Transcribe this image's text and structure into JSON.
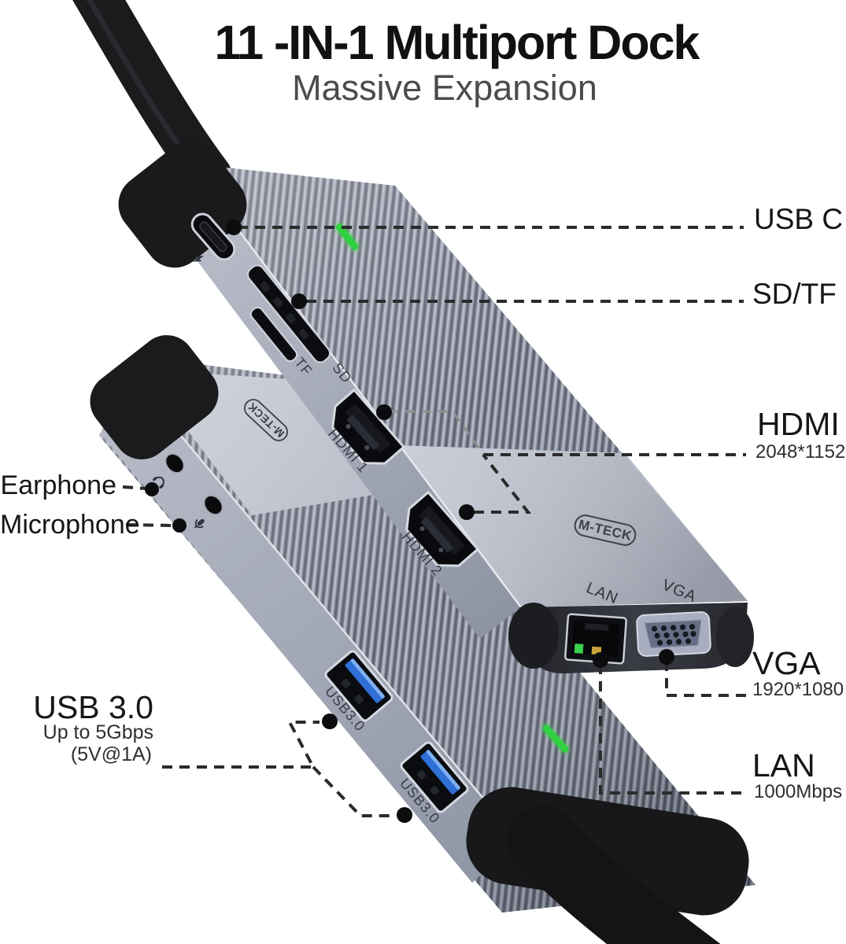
{
  "header": {
    "title": "11 -IN-1 Multiport Dock",
    "subtitle": "Massive Expansion"
  },
  "callouts": {
    "usb_c": {
      "label": "USB C"
    },
    "sd_tf": {
      "label": "SD/TF"
    },
    "hdmi": {
      "label": "HDMI",
      "detail": "2048*1152"
    },
    "vga": {
      "label": "VGA",
      "detail": "1920*1080"
    },
    "lan": {
      "label": "LAN",
      "detail": "1000Mbps"
    },
    "earphone": {
      "label": "Earphone"
    },
    "microphone": {
      "label": "Microphone"
    },
    "usb3": {
      "label": "USB 3.0",
      "detail1": "Up to 5Gbps",
      "detail2": "(5V@1A)"
    }
  },
  "device": {
    "brand": "M-TECK",
    "engravings": {
      "tf": "TF",
      "sd": "SD",
      "hdmi1": "HDMI 1",
      "hdmi2": "HDMI 2",
      "usb3_a": "USB3.0",
      "usb3_b": "USB3.0",
      "lan": "LAN",
      "vga": "VGA"
    }
  },
  "colors": {
    "led_green": "#3ed24b",
    "usb_blue": "#2f6fd6",
    "dash": "#2b2b2b",
    "title_text": "#111111",
    "subtitle_text": "#4b4b4b"
  }
}
